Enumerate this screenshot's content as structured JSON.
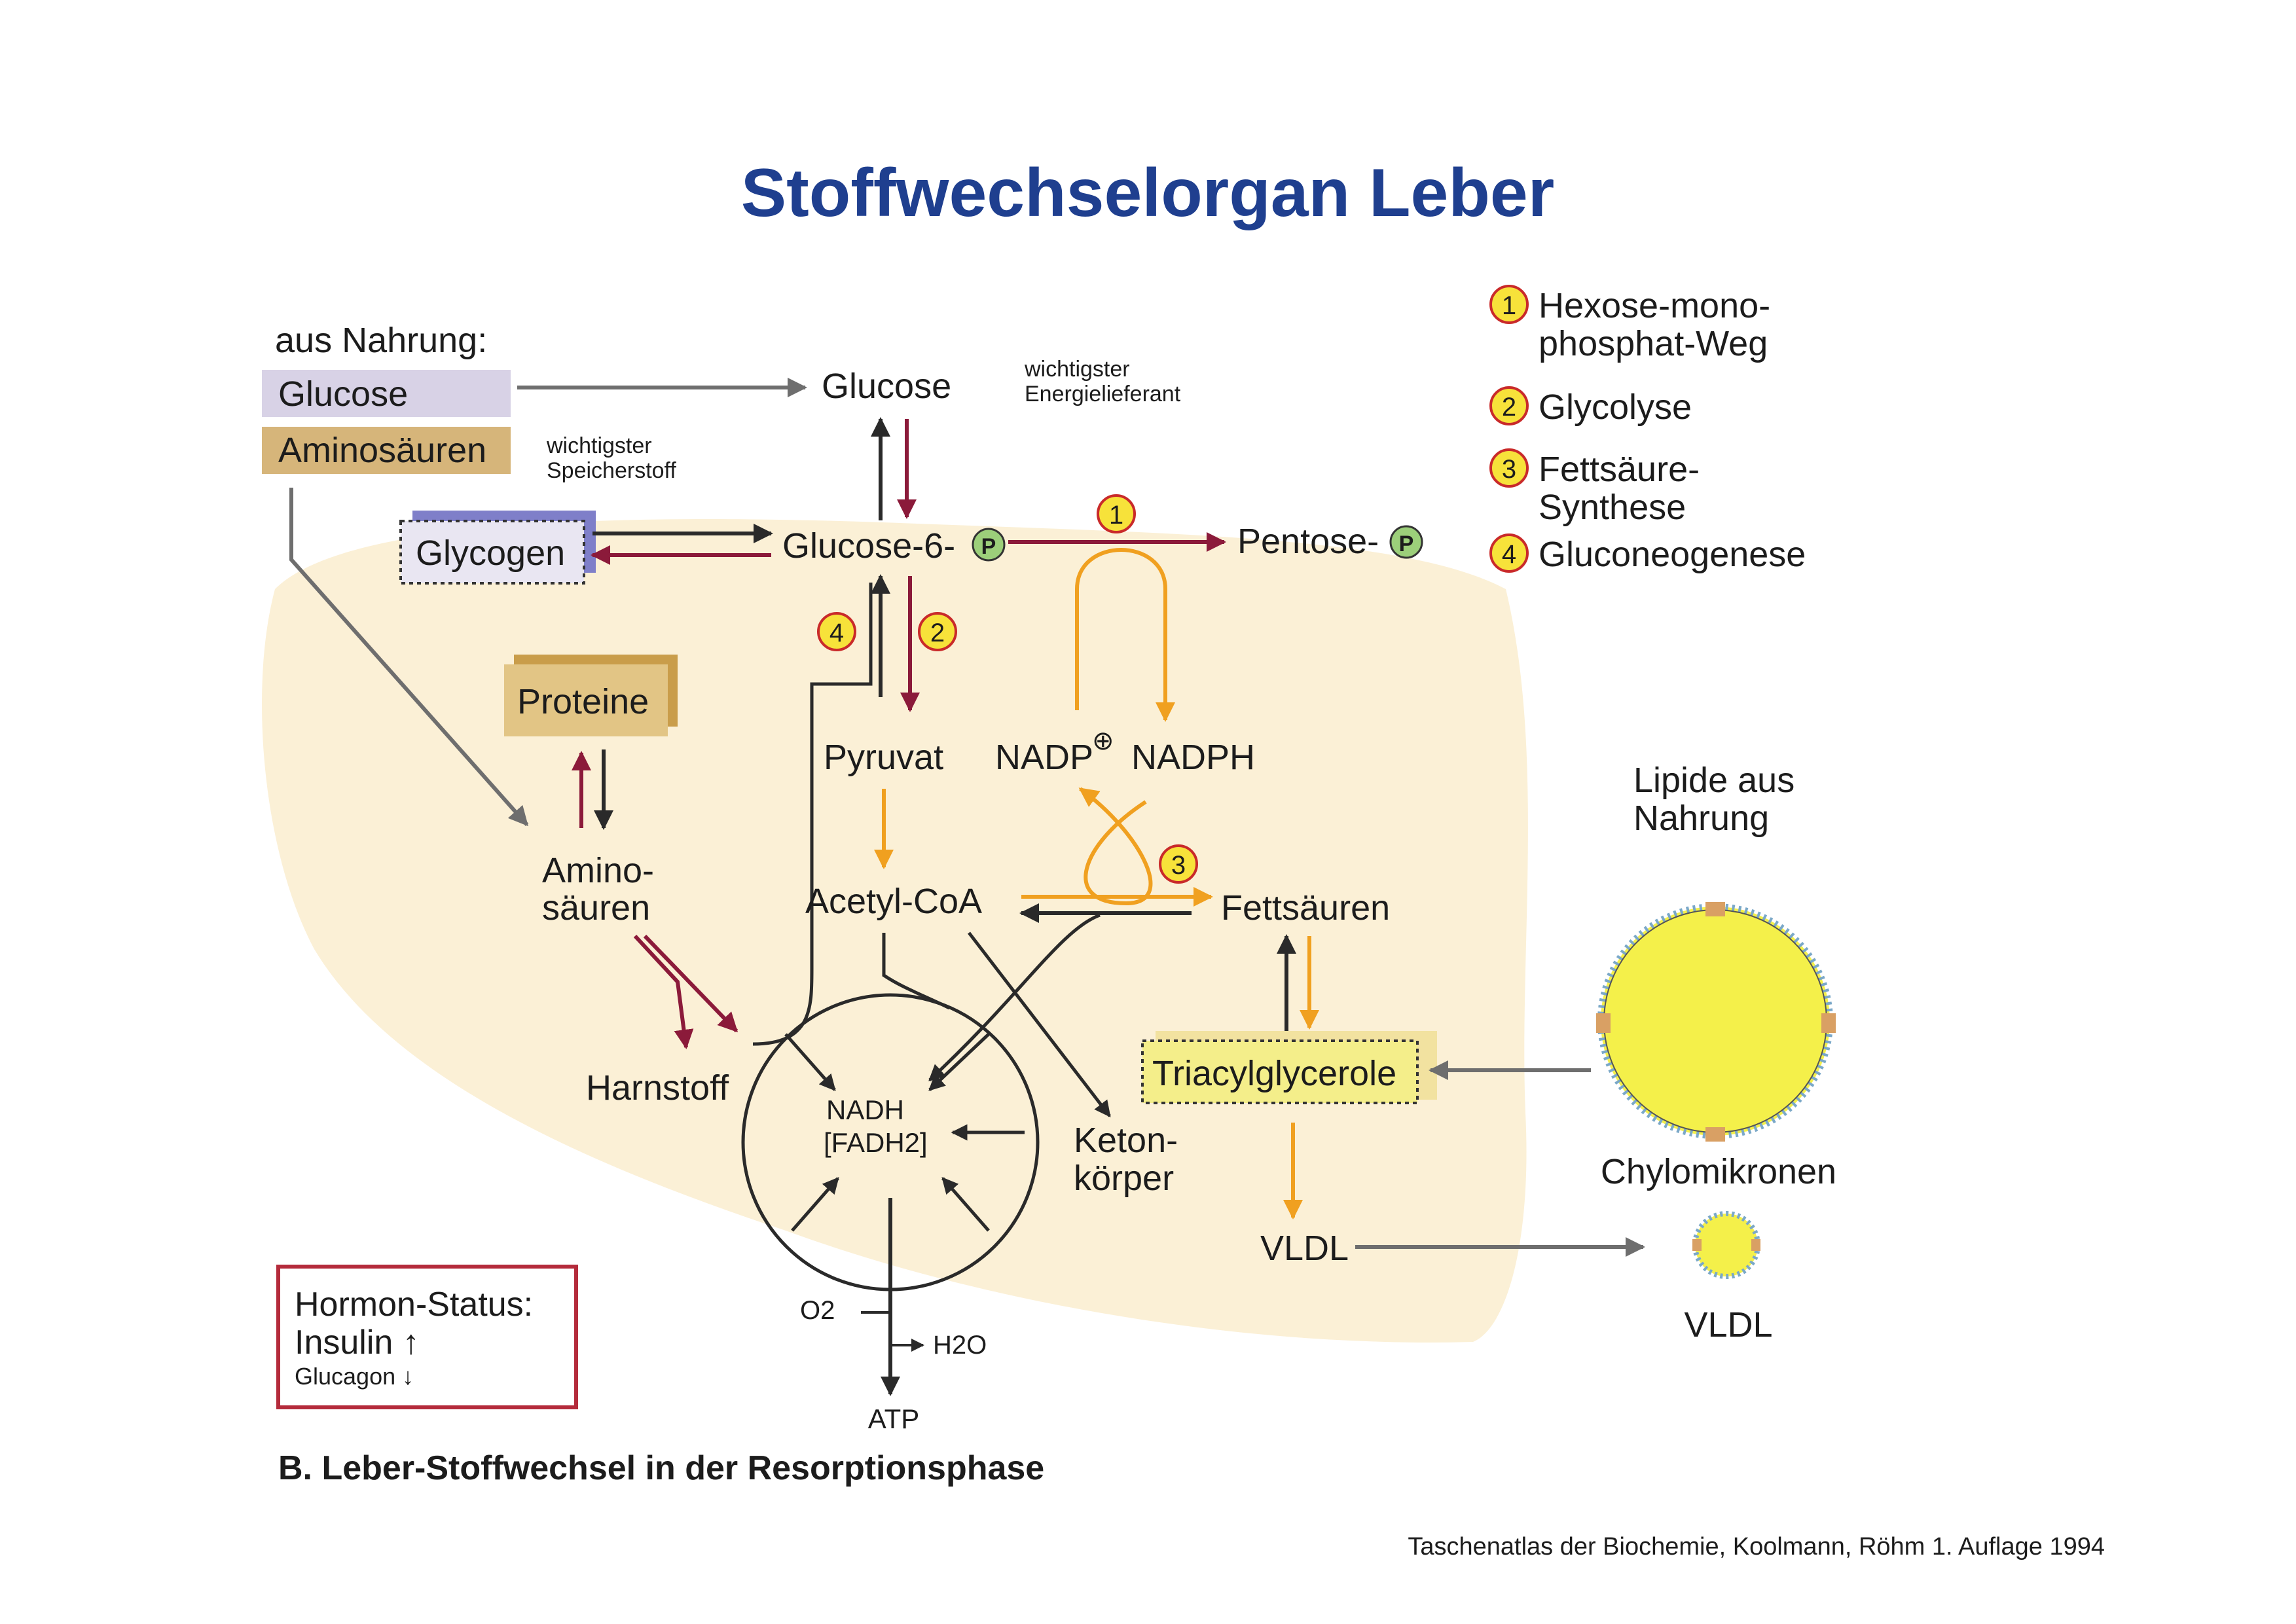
{
  "title": "Stoffwechselorgan Leber",
  "from_food": {
    "heading": "aus Nahrung:",
    "glucose": "Glucose",
    "amino_acids": "Aminosäuren"
  },
  "notes": {
    "main_energy_1": "wichtigster",
    "main_energy_2": "Energielieferant",
    "main_storage_1": "wichtigster",
    "main_storage_2": "Speicherstoff"
  },
  "nodes": {
    "glucose": "Glucose",
    "glycogen": "Glycogen",
    "glucose6p": "Glucose-6-",
    "pentose": "Pentose-",
    "phosphate_badge": "P",
    "proteine": "Proteine",
    "amino_1": "Amino-",
    "amino_2": "säuren",
    "pyruvat": "Pyruvat",
    "nadp": "NADP",
    "nadp_plus": "⊕",
    "nadph": "NADPH",
    "acetyl_coa": "Acetyl-CoA",
    "fettsaeuren": "Fettsäuren",
    "harnstoff": "Harnstoff",
    "nadh": "NADH",
    "fadh2": "[FADH2]",
    "keton_1": "Keton-",
    "keton_2": "körper",
    "triacyl": "Triacylglycerole",
    "vldl_liver": "VLDL",
    "o2": "O2",
    "h2o": "H2O",
    "atp": "ATP",
    "lipide_1": "Lipide aus",
    "lipide_2": "Nahrung",
    "chylomikronen": "Chylomikronen",
    "vldl_particle": "VLDL"
  },
  "pathway_markers": [
    "1",
    "2",
    "3",
    "4"
  ],
  "legend": [
    {
      "num": "1",
      "lines": [
        "Hexose-mono-",
        "phosphat-Weg"
      ]
    },
    {
      "num": "2",
      "lines": [
        "Glycolyse"
      ]
    },
    {
      "num": "3",
      "lines": [
        "Fettsäure-",
        "Synthese"
      ]
    },
    {
      "num": "4",
      "lines": [
        "Gluconeogenese"
      ]
    }
  ],
  "hormone_box": {
    "heading": "Hormon-Status:",
    "insulin": "Insulin ↑",
    "glucagon": "Glucagon ↓"
  },
  "caption": "B. Leber-Stoffwechsel in der Resorptionsphase",
  "source": "Taschenatlas der Biochemie, Koolmann, Röhm 1. Auflage 1994",
  "colors": {
    "title": "#1f3f8f",
    "liver_bg": "#fbf0d6",
    "glucose_box": "#d8d2e6",
    "amino_box": "#d6b57a",
    "proteine_box": "#e2c585",
    "triacyl_box": "#f4ee8a",
    "marker_fill": "#f7e23a",
    "marker_ring": "#c92a2a",
    "arrow_red": "#8b1a3a",
    "arrow_orange": "#f0a020",
    "phosphate_fill": "#9ccf7a",
    "particle_fill": "#f4f04a",
    "hormone_border": "#b42b3b"
  }
}
